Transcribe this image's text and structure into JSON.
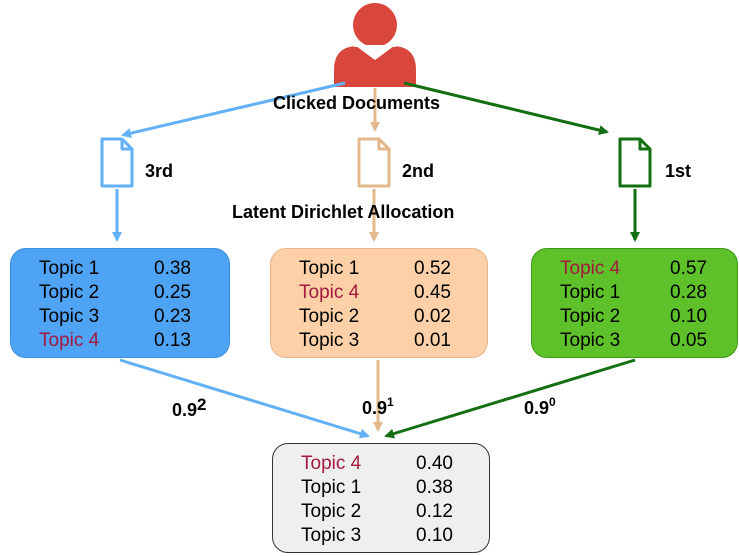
{
  "colors": {
    "blue": "#62b0f5",
    "blue_box": "#4fa3f4",
    "tan": "#e3b88d",
    "tan_box": "#fdd0a8",
    "green": "#146e12",
    "green_box": "#5ec12a",
    "user": "#d9463b",
    "highlight": "#a3193f",
    "result_box": "#efefef"
  },
  "user_icon": "person-icon",
  "labels": {
    "clicked_documents": "Clicked Documents",
    "lda": "Latent Dirichlet Allocation"
  },
  "documents": [
    {
      "rank": "3rd"
    },
    {
      "rank": "2nd"
    },
    {
      "rank": "1st"
    }
  ],
  "topic_boxes": [
    {
      "rows": [
        {
          "topic": "Topic 1",
          "value": "0.38"
        },
        {
          "topic": "Topic 2",
          "value": "0.25"
        },
        {
          "topic": "Topic 3",
          "value": "0.23"
        },
        {
          "topic": "Topic 4",
          "value": "0.13"
        }
      ]
    },
    {
      "rows": [
        {
          "topic": "Topic 1",
          "value": "0.52"
        },
        {
          "topic": "Topic 4",
          "value": "0.45"
        },
        {
          "topic": "Topic 2",
          "value": "0.02"
        },
        {
          "topic": "Topic 3",
          "value": "0.01"
        }
      ]
    },
    {
      "rows": [
        {
          "topic": "Topic 4",
          "value": "0.57"
        },
        {
          "topic": "Topic 1",
          "value": "0.28"
        },
        {
          "topic": "Topic 2",
          "value": "0.10"
        },
        {
          "topic": "Topic 3",
          "value": "0.05"
        }
      ]
    }
  ],
  "weights": [
    {
      "base": "0.9",
      "exp": "2"
    },
    {
      "base": "0.9",
      "exp": "1"
    },
    {
      "base": "0.9",
      "exp": "0"
    }
  ],
  "result_box": {
    "rows": [
      {
        "topic": "Topic 4",
        "value": "0.40"
      },
      {
        "topic": "Topic 1",
        "value": "0.38"
      },
      {
        "topic": "Topic 2",
        "value": "0.12"
      },
      {
        "topic": "Topic 3",
        "value": "0.10"
      }
    ]
  }
}
